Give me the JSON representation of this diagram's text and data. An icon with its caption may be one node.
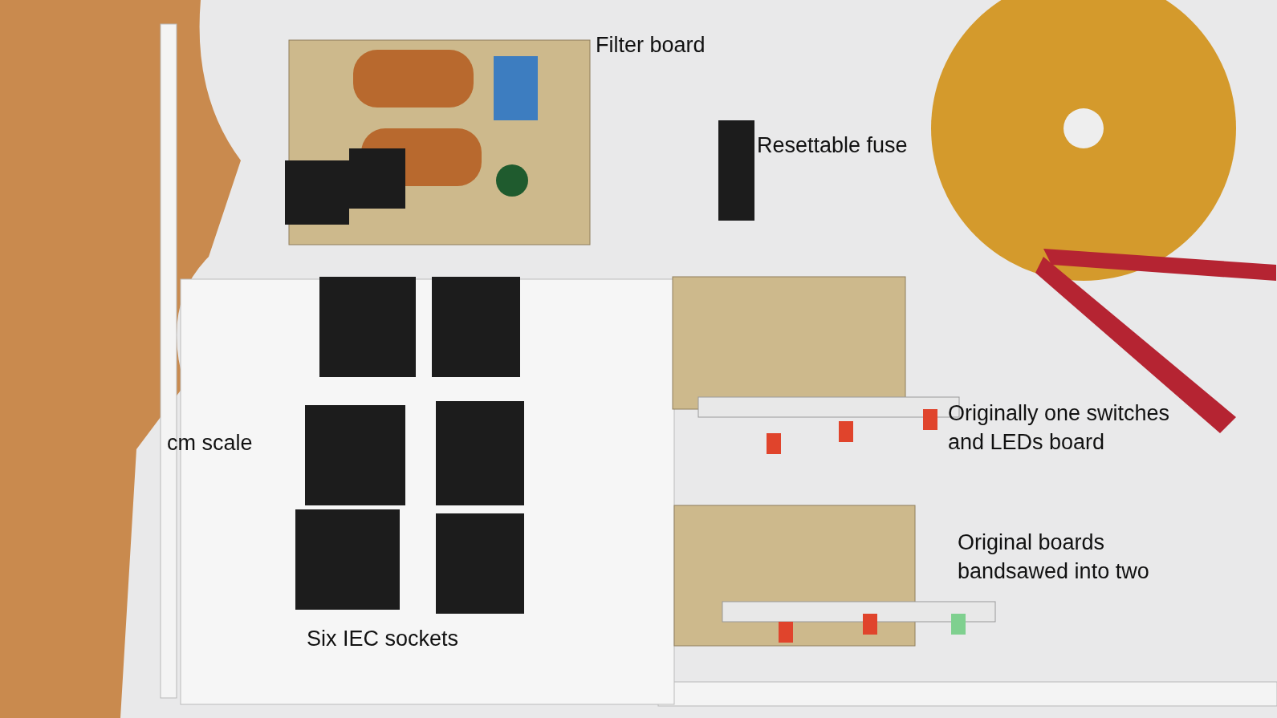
{
  "diagram": {
    "labels": [
      "Filter board",
      "Resettable fuse",
      "Originally one switches and LEDs board",
      "cm scale",
      "Original boards bandsawed into two",
      "Six IEC sockets"
    ]
  }
}
